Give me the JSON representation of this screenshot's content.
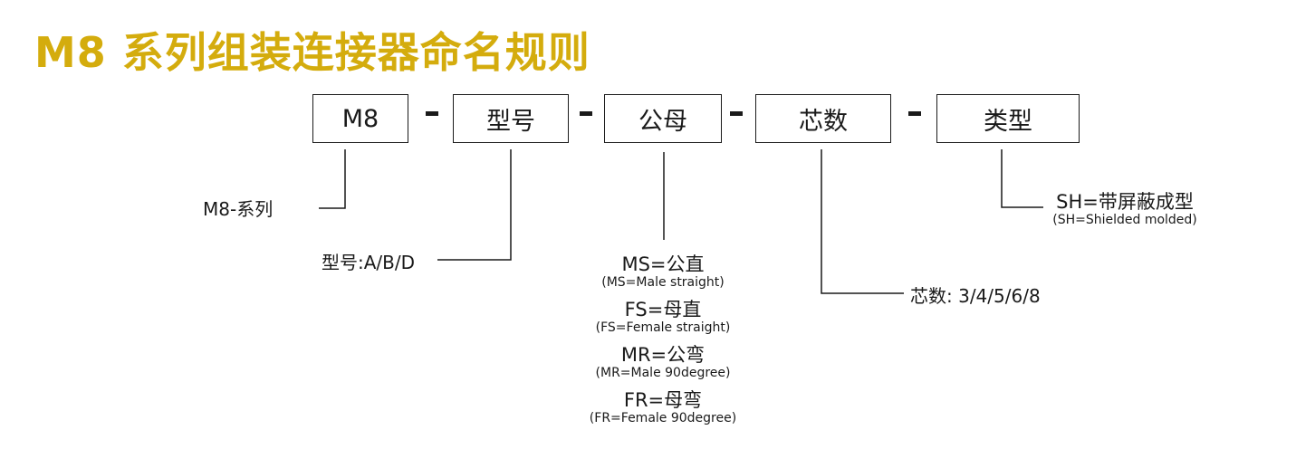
{
  "title": "M8 系列组装连接器命名规则",
  "boxes": [
    {
      "label": "M8"
    },
    {
      "label": "型号"
    },
    {
      "label": "公母"
    },
    {
      "label": "芯数"
    },
    {
      "label": "类型"
    }
  ],
  "descriptions": {
    "series": "M8-系列",
    "model": "型号:A/B/D",
    "gender": [
      {
        "code": "MS=公直",
        "en": "(MS=Male straight)"
      },
      {
        "code": "FS=母直",
        "en": "(FS=Female straight)"
      },
      {
        "code": "MR=公弯",
        "en": "(MR=Male 90degree)"
      },
      {
        "code": "FR=母弯",
        "en": "(FR=Female 90degree)"
      }
    ],
    "pins": "芯数: 3/4/5/6/8",
    "type": {
      "code": "SH=带屏蔽成型",
      "en": "(SH=Shielded molded)"
    }
  }
}
